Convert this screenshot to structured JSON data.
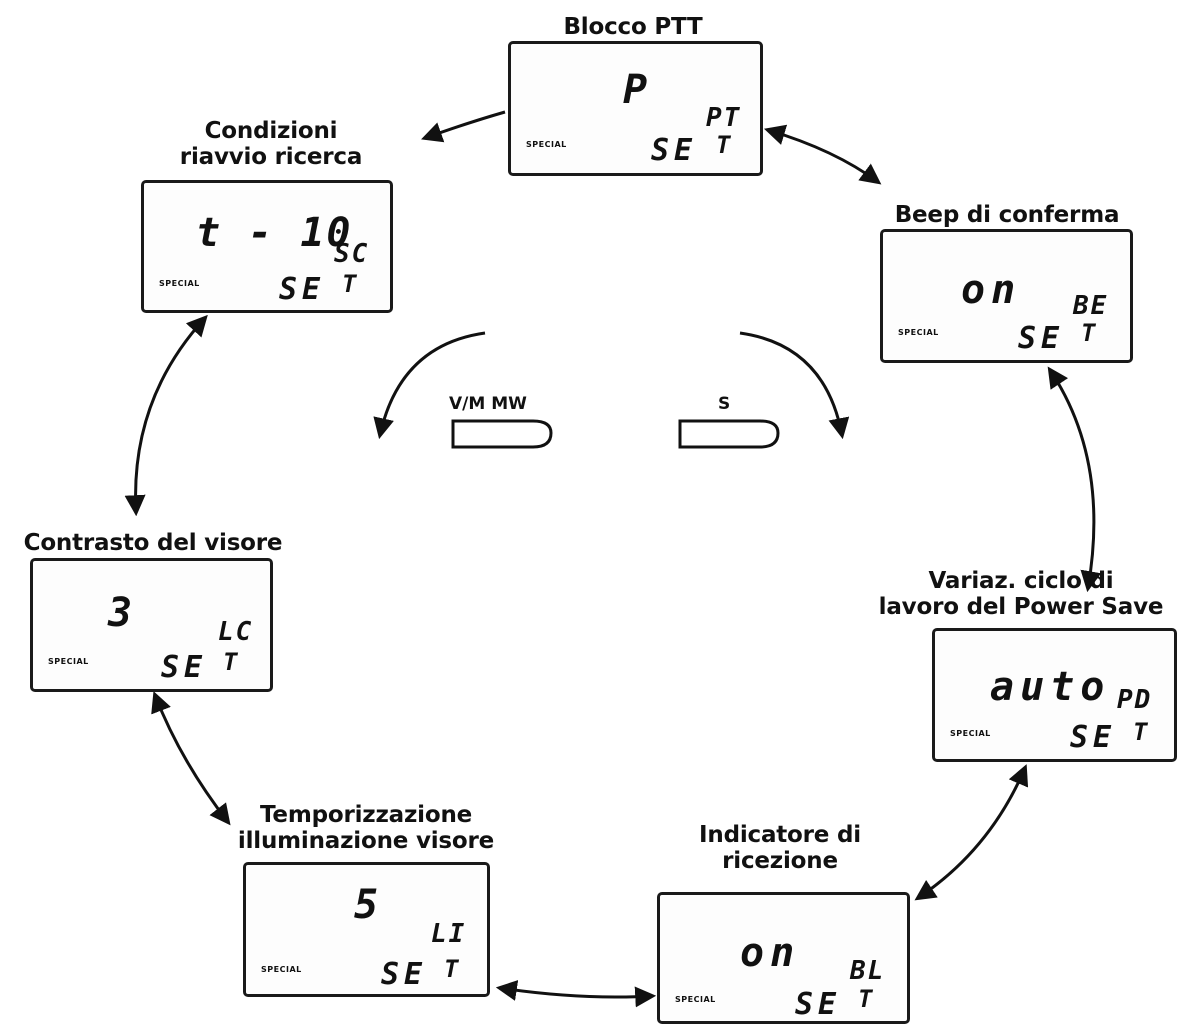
{
  "nodes": [
    {
      "id": "ptt",
      "title_lines": [
        "Blocco PTT"
      ],
      "value": "P",
      "code": "PT",
      "special": "SPECIAL",
      "set": "SE",
      "set_t": "T"
    },
    {
      "id": "beep",
      "title_lines": [
        "Beep di conferma"
      ],
      "value": "on",
      "code": "BE",
      "special": "SPECIAL",
      "set": "SE",
      "set_t": "T"
    },
    {
      "id": "powersave",
      "title_lines": [
        "Variaz. ciclo di",
        "lavoro del Power Save"
      ],
      "value": "auto",
      "code": "PD",
      "special": "SPECIAL",
      "set": "SE",
      "set_t": "T"
    },
    {
      "id": "rx",
      "title_lines": [
        "Indicatore di",
        "ricezione"
      ],
      "value": "on",
      "code": "BL",
      "special": "SPECIAL",
      "set": "SE",
      "set_t": "T"
    },
    {
      "id": "lamp",
      "title_lines": [
        "Temporizzazione",
        "illuminazione visore"
      ],
      "value": "5",
      "code": "LI",
      "special": "SPECIAL",
      "set": "SE",
      "set_t": "T"
    },
    {
      "id": "contrast",
      "title_lines": [
        "Contrasto del visore"
      ],
      "value": "3",
      "code": "LC",
      "special": "SPECIAL",
      "set": "SE",
      "set_t": "T"
    },
    {
      "id": "resume",
      "title_lines": [
        "Condizioni",
        "riavvio ricerca"
      ],
      "value": "t - 10",
      "code": "SC",
      "special": "SPECIAL",
      "set": "SE",
      "set_t": "T"
    }
  ],
  "keys": [
    {
      "id": "vm-mw",
      "label": "V/M  MW"
    },
    {
      "id": "s",
      "label": "S"
    }
  ]
}
